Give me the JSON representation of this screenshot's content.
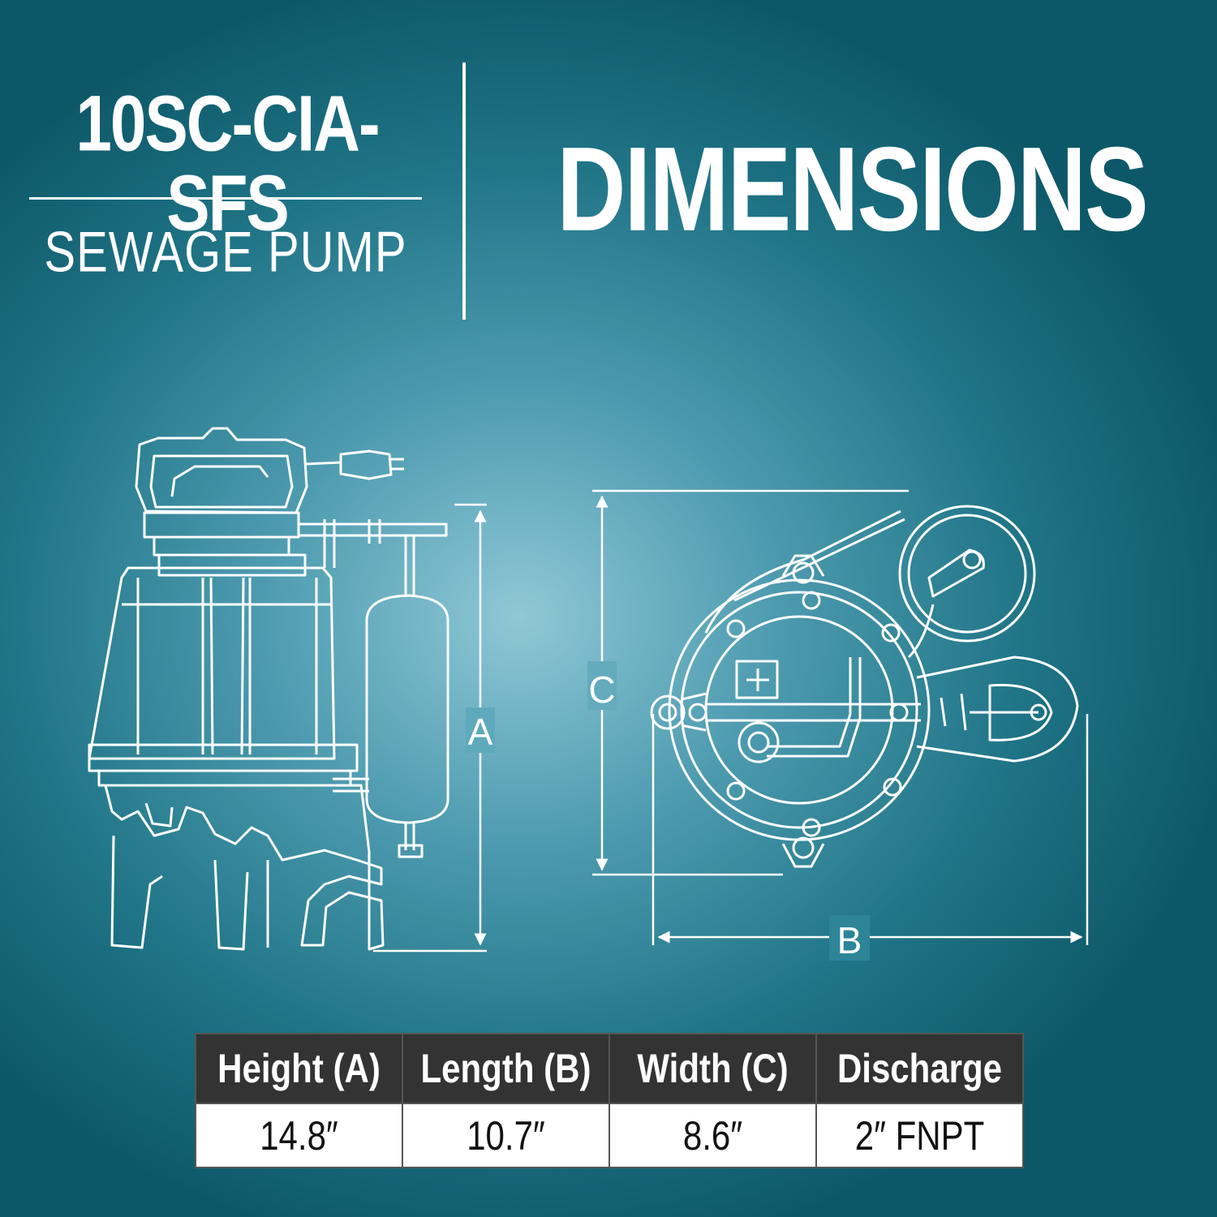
{
  "header": {
    "model": "10SC-CIA-SFS",
    "subtitle": "SEWAGE PUMP",
    "title": "DIMENSIONS"
  },
  "diagram": {
    "labels": {
      "a": "A",
      "b": "B",
      "c": "C"
    }
  },
  "specs": {
    "columns": [
      "Height (A)",
      "Length  (B)",
      "Width (C)",
      "Discharge"
    ],
    "values": [
      "14.8″",
      "10.7″",
      "8.6″",
      "2″ FNPT"
    ]
  },
  "colors": {
    "background": "#1f7486",
    "line": "#ffffff",
    "table_header": "#333333",
    "table_body": "#ffffff"
  }
}
